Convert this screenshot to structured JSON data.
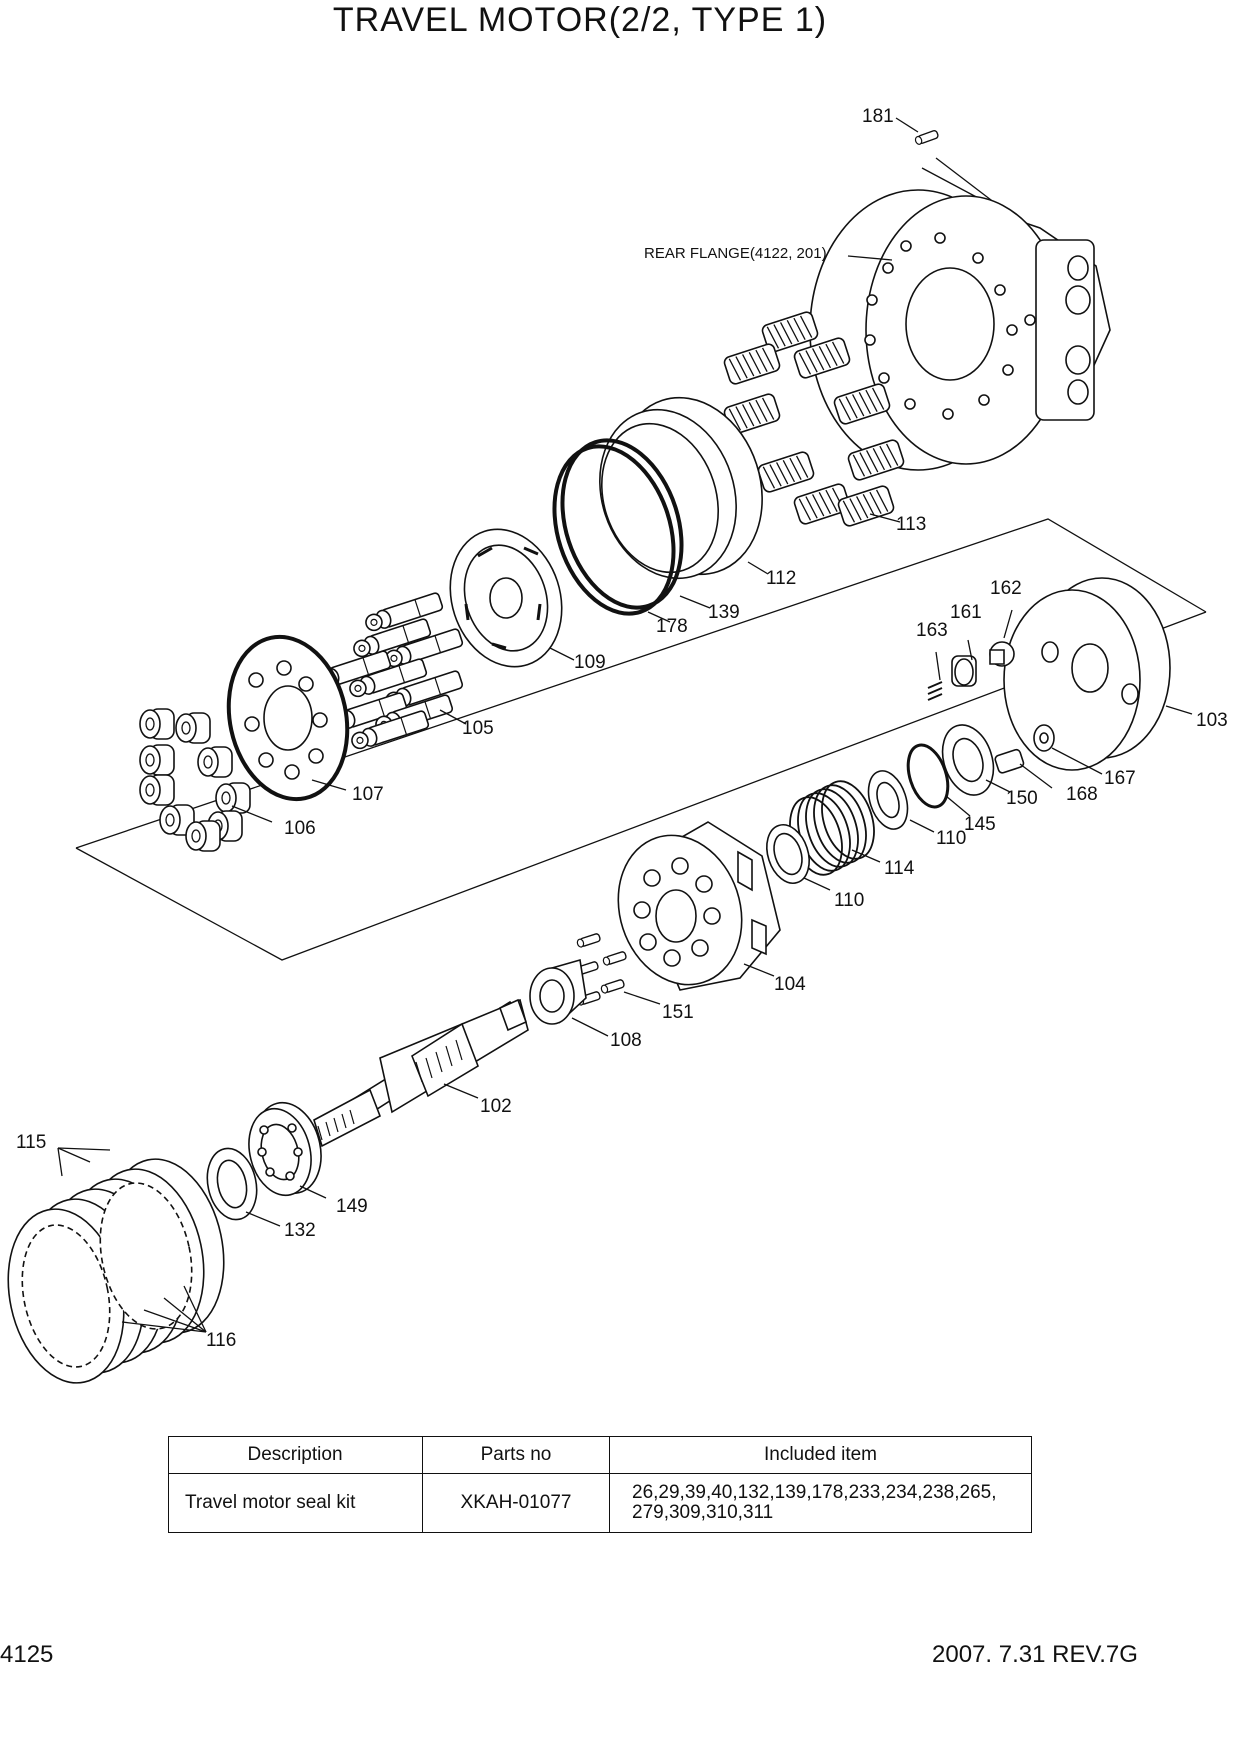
{
  "title": "TRAVEL MOTOR(2/2, TYPE 1)",
  "note": "REAR FLANGE(4122, 201)",
  "callouts": [
    "181",
    "113",
    "112",
    "139",
    "178",
    "109",
    "105",
    "107",
    "106",
    "162",
    "161",
    "163",
    "103",
    "167",
    "168",
    "150",
    "145",
    "110",
    "114",
    "110",
    "104",
    "151",
    "108",
    "102",
    "115",
    "149",
    "132",
    "116"
  ],
  "kit_table": {
    "headers": [
      "Description",
      "Parts no",
      "Included item"
    ],
    "rows": [
      {
        "description": "Travel motor seal kit",
        "parts_no": "XKAH-01077",
        "included_line1": "26,29,39,40,132,139,178,233,234,238,265,",
        "included_line2": "279,309,310,311"
      }
    ]
  },
  "footer": {
    "page_number": "4125",
    "revision": "2007. 7.31  REV.7G"
  }
}
